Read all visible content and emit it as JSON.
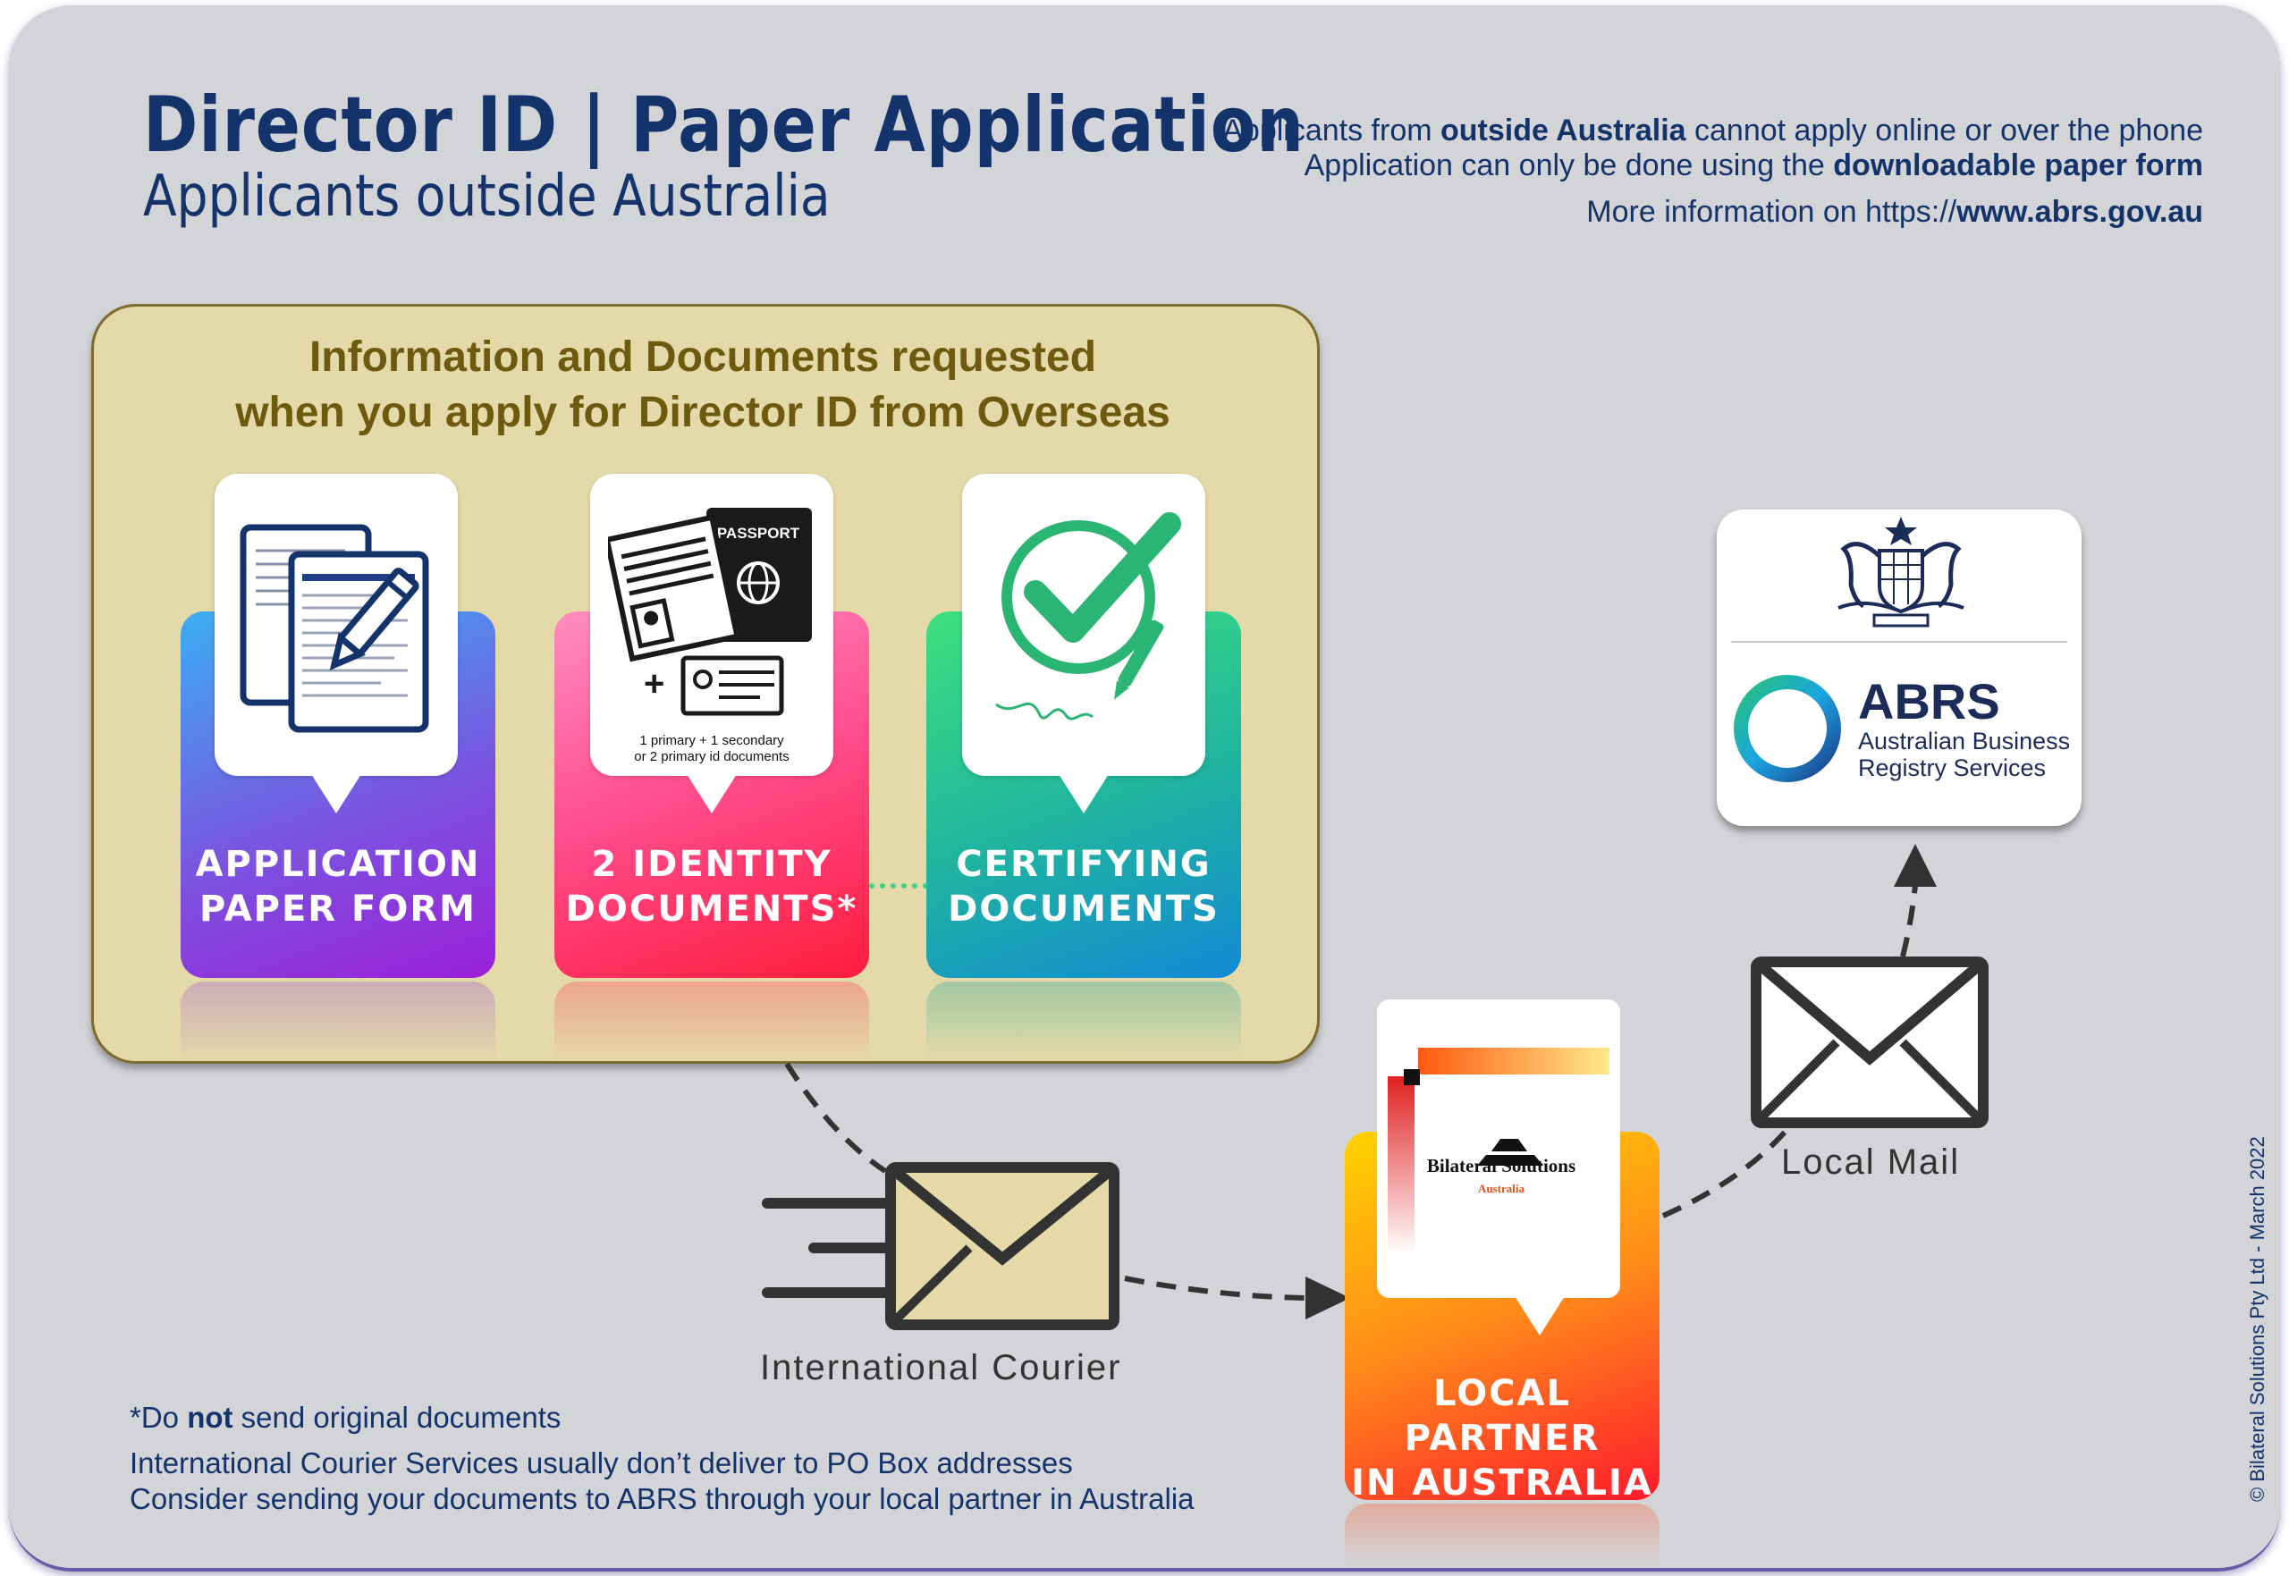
{
  "header": {
    "title": "Director ID | Paper Application",
    "subtitle": "Applicants outside Australia"
  },
  "info": {
    "line1_pre": "Applicants from ",
    "line1_bold": "outside Australia",
    "line1_post": " cannot apply online or over the phone",
    "line2_pre": "Application can only be done using the ",
    "line2_bold": "downloadable paper form",
    "line3_pre": "More information on https://",
    "line3_bold": "www.abrs.gov.au"
  },
  "docs_box": {
    "title_line1": "Information and Documents requested",
    "title_line2": "when you apply for Director ID from Overseas"
  },
  "cards": [
    {
      "label_line1": "APPLICATION",
      "label_line2": "PAPER FORM",
      "icon": "paper-form-icon"
    },
    {
      "label_line1": "2 IDENTITY",
      "label_line2": "DOCUMENTS*",
      "icon": "passport-id-icon",
      "caption_line1": "1 primary + 1 secondary",
      "caption_line2": "or 2 primary id documents",
      "passport_text": "PASSPORT"
    },
    {
      "label_line1": "CERTIFYING",
      "label_line2": "DOCUMENTS",
      "icon": "checkmark-signature-icon"
    }
  ],
  "flow": {
    "courier_label": "International Courier",
    "local_mail_label": "Local Mail",
    "partner_label_line1": "LOCAL PARTNER",
    "partner_label_line2": "IN AUSTRALIA",
    "partner_logo_name": "Bilateral Solutions",
    "partner_logo_sub": "Australia"
  },
  "abrs": {
    "acronym": "ABRS",
    "name_line1": "Australian Business",
    "name_line2": "Registry Services",
    "crest_icon": "coat-of-arms-icon"
  },
  "footnotes": {
    "line1_pre": "*Do ",
    "line1_bold": "not",
    "line1_post": " send original documents",
    "line2": "International Courier Services usually don’t deliver to PO Box addresses",
    "line3": "Consider sending your documents to ABRS through your local partner in Australia"
  },
  "copyright": "© Bilateral Solutions Pty Ltd - March 2022",
  "colors": {
    "navy": "#14336b",
    "panel": "#d3d4d8",
    "docs_box": "#e4d9a8",
    "card1": [
      "#3aaef5",
      "#9b1fd8"
    ],
    "card2": [
      "#ff7fb6",
      "#ff1c3c"
    ],
    "card3": [
      "#38e07e",
      "#128ad6"
    ],
    "partner": [
      "#ffd200",
      "#ff1a2c"
    ]
  }
}
